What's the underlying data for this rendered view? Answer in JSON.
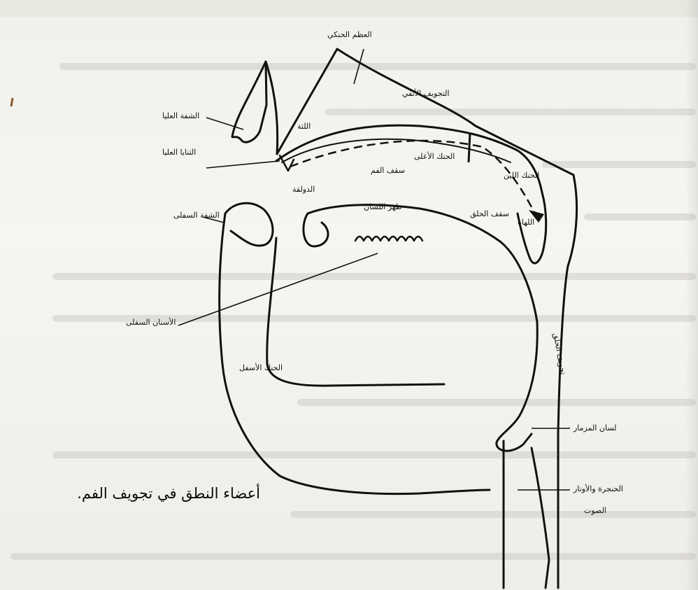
{
  "figure": {
    "caption": "أعضاء النطق في تجويف الفم.",
    "labels": {
      "palatal_bone": "العظم الحنكي",
      "nasal_cavity": "التجويف الأنفي",
      "ridge": "اللثة",
      "upper_lip": "الشفة العليا",
      "upper_incisors": "الثنايا العليا",
      "hard_palate": "الحنك الأعلى",
      "mouth_roof": "سقف الفم",
      "soft_palate": "الحنك اللين",
      "uvula": "اللهاة",
      "tongue_tip": "الذولقة",
      "tongue_back": "ظهر اللسان",
      "throat_roof": "سقف الحلق",
      "lower_lip": "الشفة السفلى",
      "lower_teeth": "الأسنان السفلى",
      "lower_jaw": "الحنك الأسفل",
      "pharynx": "تجويف الحلق",
      "epiglottis": "لسان المزمار",
      "larynx_line1": "الحنجرة والأوتار",
      "larynx_line2": "الصوت"
    }
  }
}
